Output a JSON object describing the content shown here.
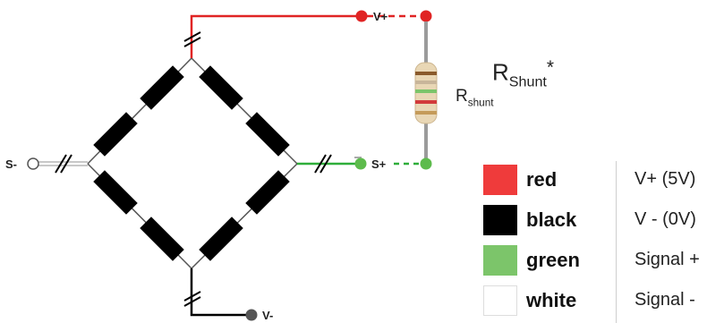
{
  "nodes": {
    "v_plus": "V+",
    "v_minus": "V-",
    "s_plus": "S+",
    "s_minus": "S-"
  },
  "shunt": {
    "label_main": "R",
    "label_main_sub": "Shunt",
    "label_main_mark": "*",
    "label_small": "R",
    "label_small_sub": "shunt"
  },
  "legend": [
    {
      "color_name": "red",
      "meaning": "V+ (5V)",
      "swatch": "#ef3b3b"
    },
    {
      "color_name": "black",
      "meaning": "V - (0V)",
      "swatch": "#000000"
    },
    {
      "color_name": "green",
      "meaning": "Signal +",
      "swatch": "#7cc56a"
    },
    {
      "color_name": "white",
      "meaning": "Signal -",
      "swatch": "#ffffff"
    }
  ],
  "colors": {
    "red_wire": "#e02424",
    "green_wire": "#2fae3a",
    "black_wire": "#000000",
    "gray_wire": "#aaaaaa",
    "resistor_body": "#000000"
  }
}
